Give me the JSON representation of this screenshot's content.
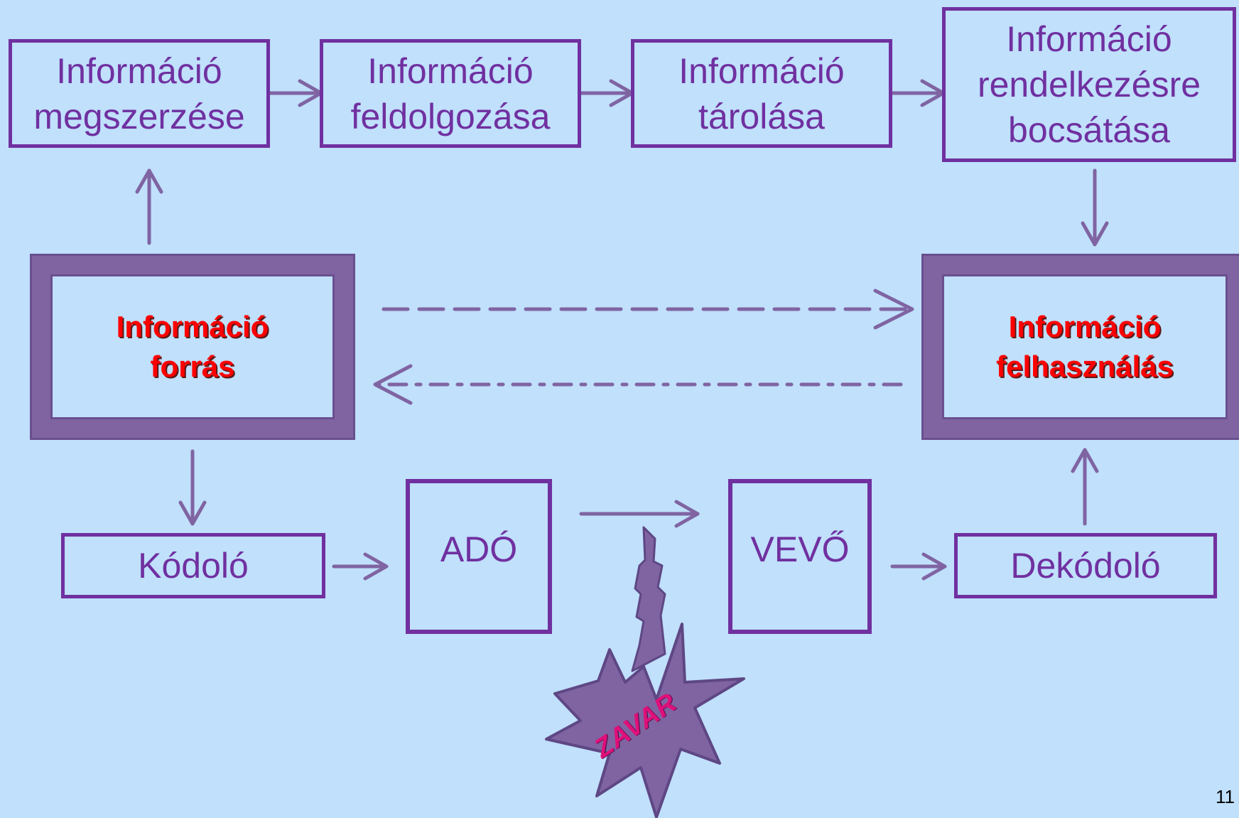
{
  "top_row": {
    "acquire": [
      "Információ",
      "megszerzése"
    ],
    "process": [
      "Információ",
      "feldolgozása"
    ],
    "store": [
      "Információ",
      "tárolása"
    ],
    "provide": [
      "Információ",
      "rendelkezésre",
      "bocsátása"
    ]
  },
  "source": [
    "Információ",
    "forrás"
  ],
  "usage": [
    "Információ",
    "felhasználás"
  ],
  "bottom_row": {
    "encoder": "Kódoló",
    "transmitter": "ADÓ",
    "receiver": "VEVŐ",
    "decoder": "Dekódoló"
  },
  "noise": "ZAVAR",
  "page_number": "11",
  "colors": {
    "background": "#c0e0fc",
    "box_border": "#7030a0",
    "arrow": "#8064a2",
    "frame": "#8064a2",
    "highlight_text": "#ff0000",
    "noise_text": "#e0107a"
  }
}
